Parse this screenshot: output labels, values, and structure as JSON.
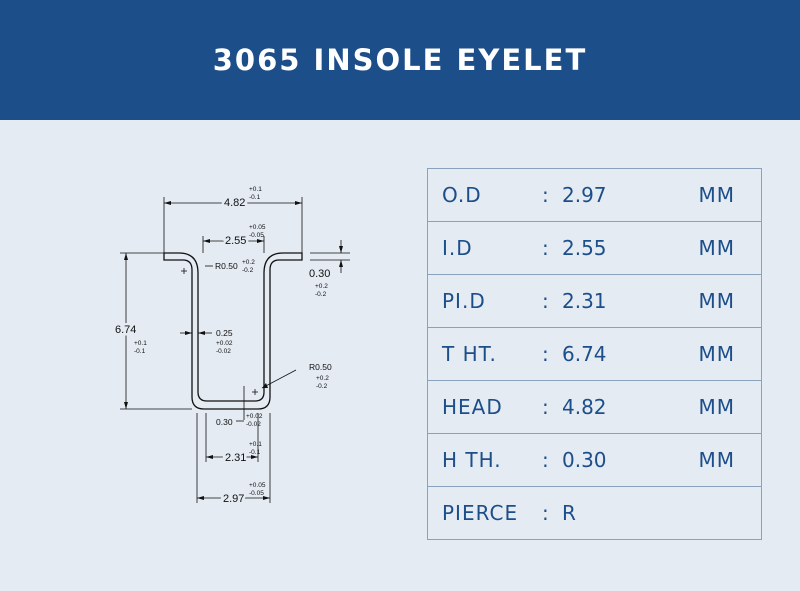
{
  "header": {
    "title": "3065 INSOLE EYELET"
  },
  "drawing": {
    "head": {
      "value": "4.82",
      "tol_plus": "+0.1",
      "tol_minus": "-0.1"
    },
    "id": {
      "value": "2.55",
      "tol_plus": "+0.05",
      "tol_minus": "-0.05"
    },
    "inner_radius": {
      "value": "R0.50",
      "tol_plus": "+0.2",
      "tol_minus": "-0.2"
    },
    "head_thickness": {
      "value": "0.30",
      "tol_plus": "+0.2",
      "tol_minus": "-0.2"
    },
    "height": {
      "value": "6.74",
      "tol_plus": "+0.1",
      "tol_minus": "-0.1"
    },
    "wall": {
      "value": "0.25",
      "tol_plus": "+0.02",
      "tol_minus": "-0.02"
    },
    "outer_radius": {
      "value": "R0.50",
      "tol_plus": "+0.2",
      "tol_minus": "-0.2"
    },
    "bottom_thickness": {
      "value": "0.30",
      "tol_plus": "+0.02",
      "tol_minus": "-0.02"
    },
    "pierce_id": {
      "value": "2.31",
      "tol_plus": "+0.1",
      "tol_minus": "-0.1"
    },
    "od": {
      "value": "2.97",
      "tol_plus": "+0.05",
      "tol_minus": "-0.05"
    }
  },
  "specs": [
    {
      "label": "O.D",
      "colon": ":",
      "value": "2.97",
      "unit": "MM"
    },
    {
      "label": "I.D",
      "colon": ":",
      "value": "2.55",
      "unit": "MM"
    },
    {
      "label": "PI.D",
      "colon": ":",
      "value": "2.31",
      "unit": "MM"
    },
    {
      "label": "T HT.",
      "colon": ":",
      "value": "6.74",
      "unit": "MM"
    },
    {
      "label": "HEAD",
      "colon": ":",
      "value": "4.82",
      "unit": "MM"
    },
    {
      "label": "H TH.",
      "colon": ":",
      "value": "0.30",
      "unit": "MM"
    },
    {
      "label": "PIERCE",
      "colon": ":",
      "value": "R",
      "unit": ""
    }
  ]
}
